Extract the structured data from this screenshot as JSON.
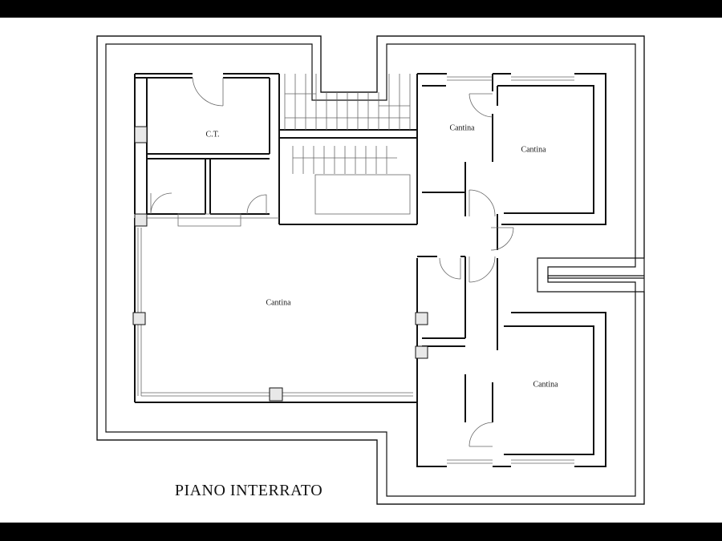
{
  "plan": {
    "title": "PIANO INTERRATO",
    "rooms": [
      {
        "id": "ct",
        "label": "C.T."
      },
      {
        "id": "cantina-large",
        "label": "Cantina"
      },
      {
        "id": "cantina-small-top",
        "label": "Cantina"
      },
      {
        "id": "cantina-top-right",
        "label": "Cantina"
      },
      {
        "id": "cantina-bottom-right",
        "label": "Cantina"
      }
    ]
  },
  "colors": {
    "background": "#ffffff",
    "frame": "#000000",
    "line": "#111111",
    "thin_line": "#777777"
  }
}
